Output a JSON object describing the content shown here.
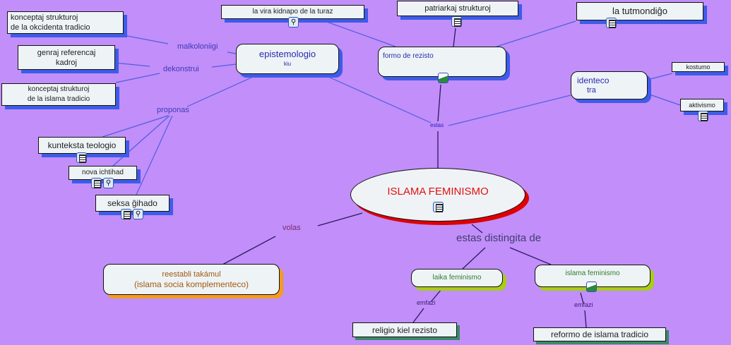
{
  "central": {
    "label": "ISLAMA FEMINISMO"
  },
  "concepts": {
    "okcidenta": [
      "konceptaj strukturoj",
      "de la okcidenta tradicio"
    ],
    "genraj": [
      "genraj referencaj",
      "kadroj"
    ],
    "islama_tradicio": [
      "konceptaj strukturoj",
      "de la islama tradicio"
    ],
    "vira_kidnapo": "la vira kidnapo de la turaz",
    "epistemologio": "epistemologio",
    "epistemologio_sub": "kiu",
    "patriarkaj": "patriarkaj strukturoj",
    "formo": "formo de rezisto",
    "tutmondigo": "la tutmondiĝo",
    "identeco": "identeco",
    "identeco_sub": "tra",
    "kostumo": "kostumo",
    "aktivismo": "aktivismo",
    "kunteksta": "kunteksta teologio",
    "nova_ichtihad": "nova ichtihad",
    "seksa": "seksa ĝihado",
    "reestabli": [
      "reestabli takámul",
      "(islama socia komplementeco)"
    ],
    "laika": "laika feminismo",
    "islama_fem": "islama feminismo",
    "religio": "religio kiel rezisto",
    "reformo": "reformo de islama tradicio"
  },
  "links": {
    "malkoloniigi": "malkoloniigi",
    "dekonstrui": "dekonstrui",
    "proponas": "proponas",
    "estas": "estas",
    "volas": "volas",
    "distingita": "estas distingita de",
    "emfazi1": "emfazi",
    "emfazi2": "emfazi"
  },
  "colors": {
    "background": "#c28ef9",
    "central_shadow": "#e00000"
  }
}
